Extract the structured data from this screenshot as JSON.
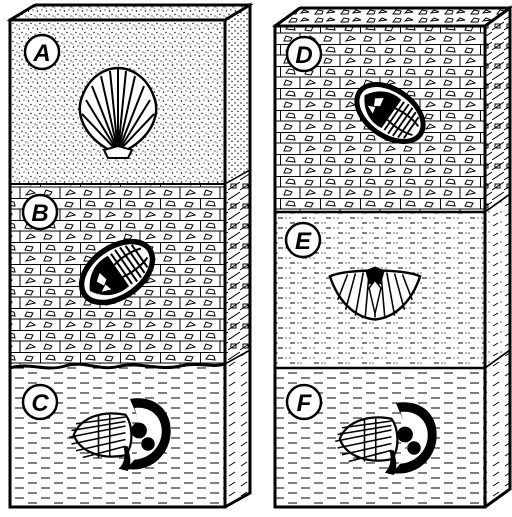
{
  "labels": {
    "A": "A",
    "B": "B",
    "C": "C",
    "D": "D",
    "E": "E",
    "F": "F"
  },
  "columns": [
    {
      "name": "left-column",
      "layers": [
        {
          "label_key": "A",
          "rock": "sandstone",
          "fossil": "scallop-shell"
        },
        {
          "label_key": "B",
          "rock": "limestone",
          "fossil": "trilobite"
        },
        {
          "label_key": "C",
          "rock": "shale",
          "fossil": "crinoid-trilobite"
        }
      ]
    },
    {
      "name": "right-column",
      "layers": [
        {
          "label_key": "D",
          "rock": "limestone",
          "fossil": "trilobite"
        },
        {
          "label_key": "E",
          "rock": "siltstone",
          "fossil": "brachiopod"
        },
        {
          "label_key": "F",
          "rock": "shale",
          "fossil": "crinoid-trilobite"
        }
      ]
    }
  ],
  "colors": {
    "ink": "#000000",
    "paper": "#ffffff"
  }
}
